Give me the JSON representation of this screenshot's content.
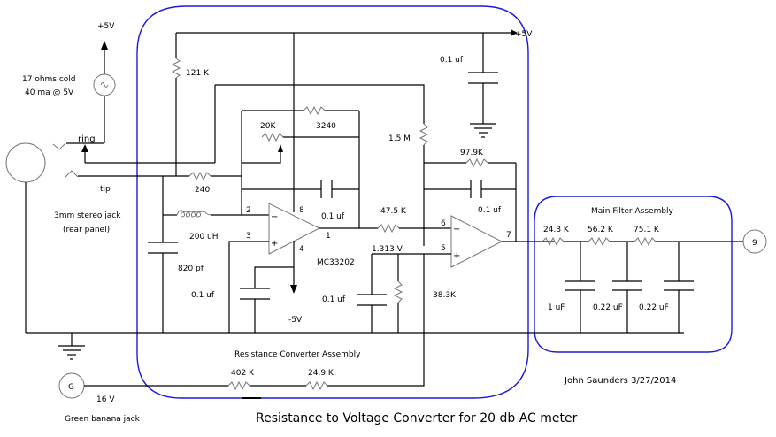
{
  "title": "Resistance to Voltage Converter for 20 db AC meter",
  "author": "John Saunders 3/27/2014",
  "assemblies": {
    "converter": "Resistance Converter Assembly",
    "filter": "Main Filter Assembly"
  },
  "power": {
    "plus5_left": "+5V",
    "plus5_right": "+5V",
    "minus5": "-5V"
  },
  "lamp": {
    "line1": "17 ohms cold",
    "line2": "40 ma @ 5V"
  },
  "jack": {
    "ring": "ring",
    "tip": "tip",
    "line1": "3mm stereo jack",
    "line2": "(rear panel)"
  },
  "banana": {
    "symbol": "G",
    "voltage": "16 V",
    "label": "Green banana jack"
  },
  "output": {
    "symbol": "9"
  },
  "components": {
    "r121k": "121 K",
    "r240": "240",
    "l200uh": "200 uH",
    "c820pf": "820 pf",
    "c01_left": "0.1 uf",
    "pot20k": "20K",
    "r3240": "3240",
    "c01_fb1": "0.1 uf",
    "r15m": "1.5 M",
    "c01_top": "0.1 uf",
    "r979k": "97.9K",
    "c01_fb2": "0.1 uf",
    "r475k": "47.5 K",
    "v1313": "1.313 V",
    "c01_bias": "0.1 uf",
    "r383k": "38.3K",
    "opamp": "MC33202",
    "r402k": "402 K",
    "r249k": "24.9 K",
    "r243k": "24.3 K",
    "r562k": "56.2 K",
    "r751k": "75.1 K",
    "c1uf": "1 uF",
    "c022a": "0.22 uF",
    "c022b": "0.22 uF"
  },
  "pins": {
    "p1": "1",
    "p2": "2",
    "p3": "3",
    "p4": "4",
    "p5": "5",
    "p6": "6",
    "p7": "7",
    "p8": "8",
    "minus": "−",
    "plus": "+"
  }
}
